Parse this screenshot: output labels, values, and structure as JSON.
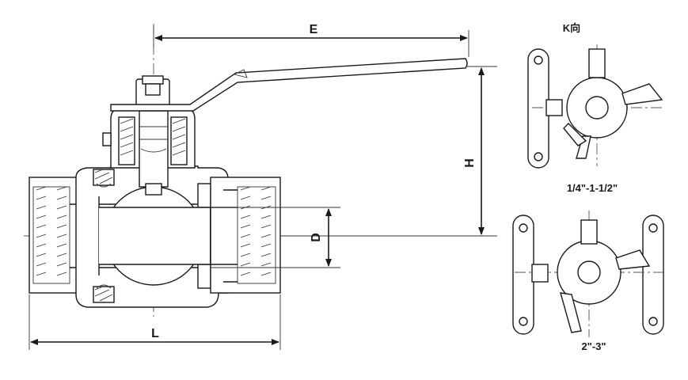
{
  "dimensions": {
    "E": "E",
    "H": "H",
    "D": "D",
    "L": "L"
  },
  "views": {
    "k_view_label": "K向",
    "top_view_caption": "1/4\"-1-1/2\"",
    "bottom_view_caption": "2\"-3\""
  }
}
